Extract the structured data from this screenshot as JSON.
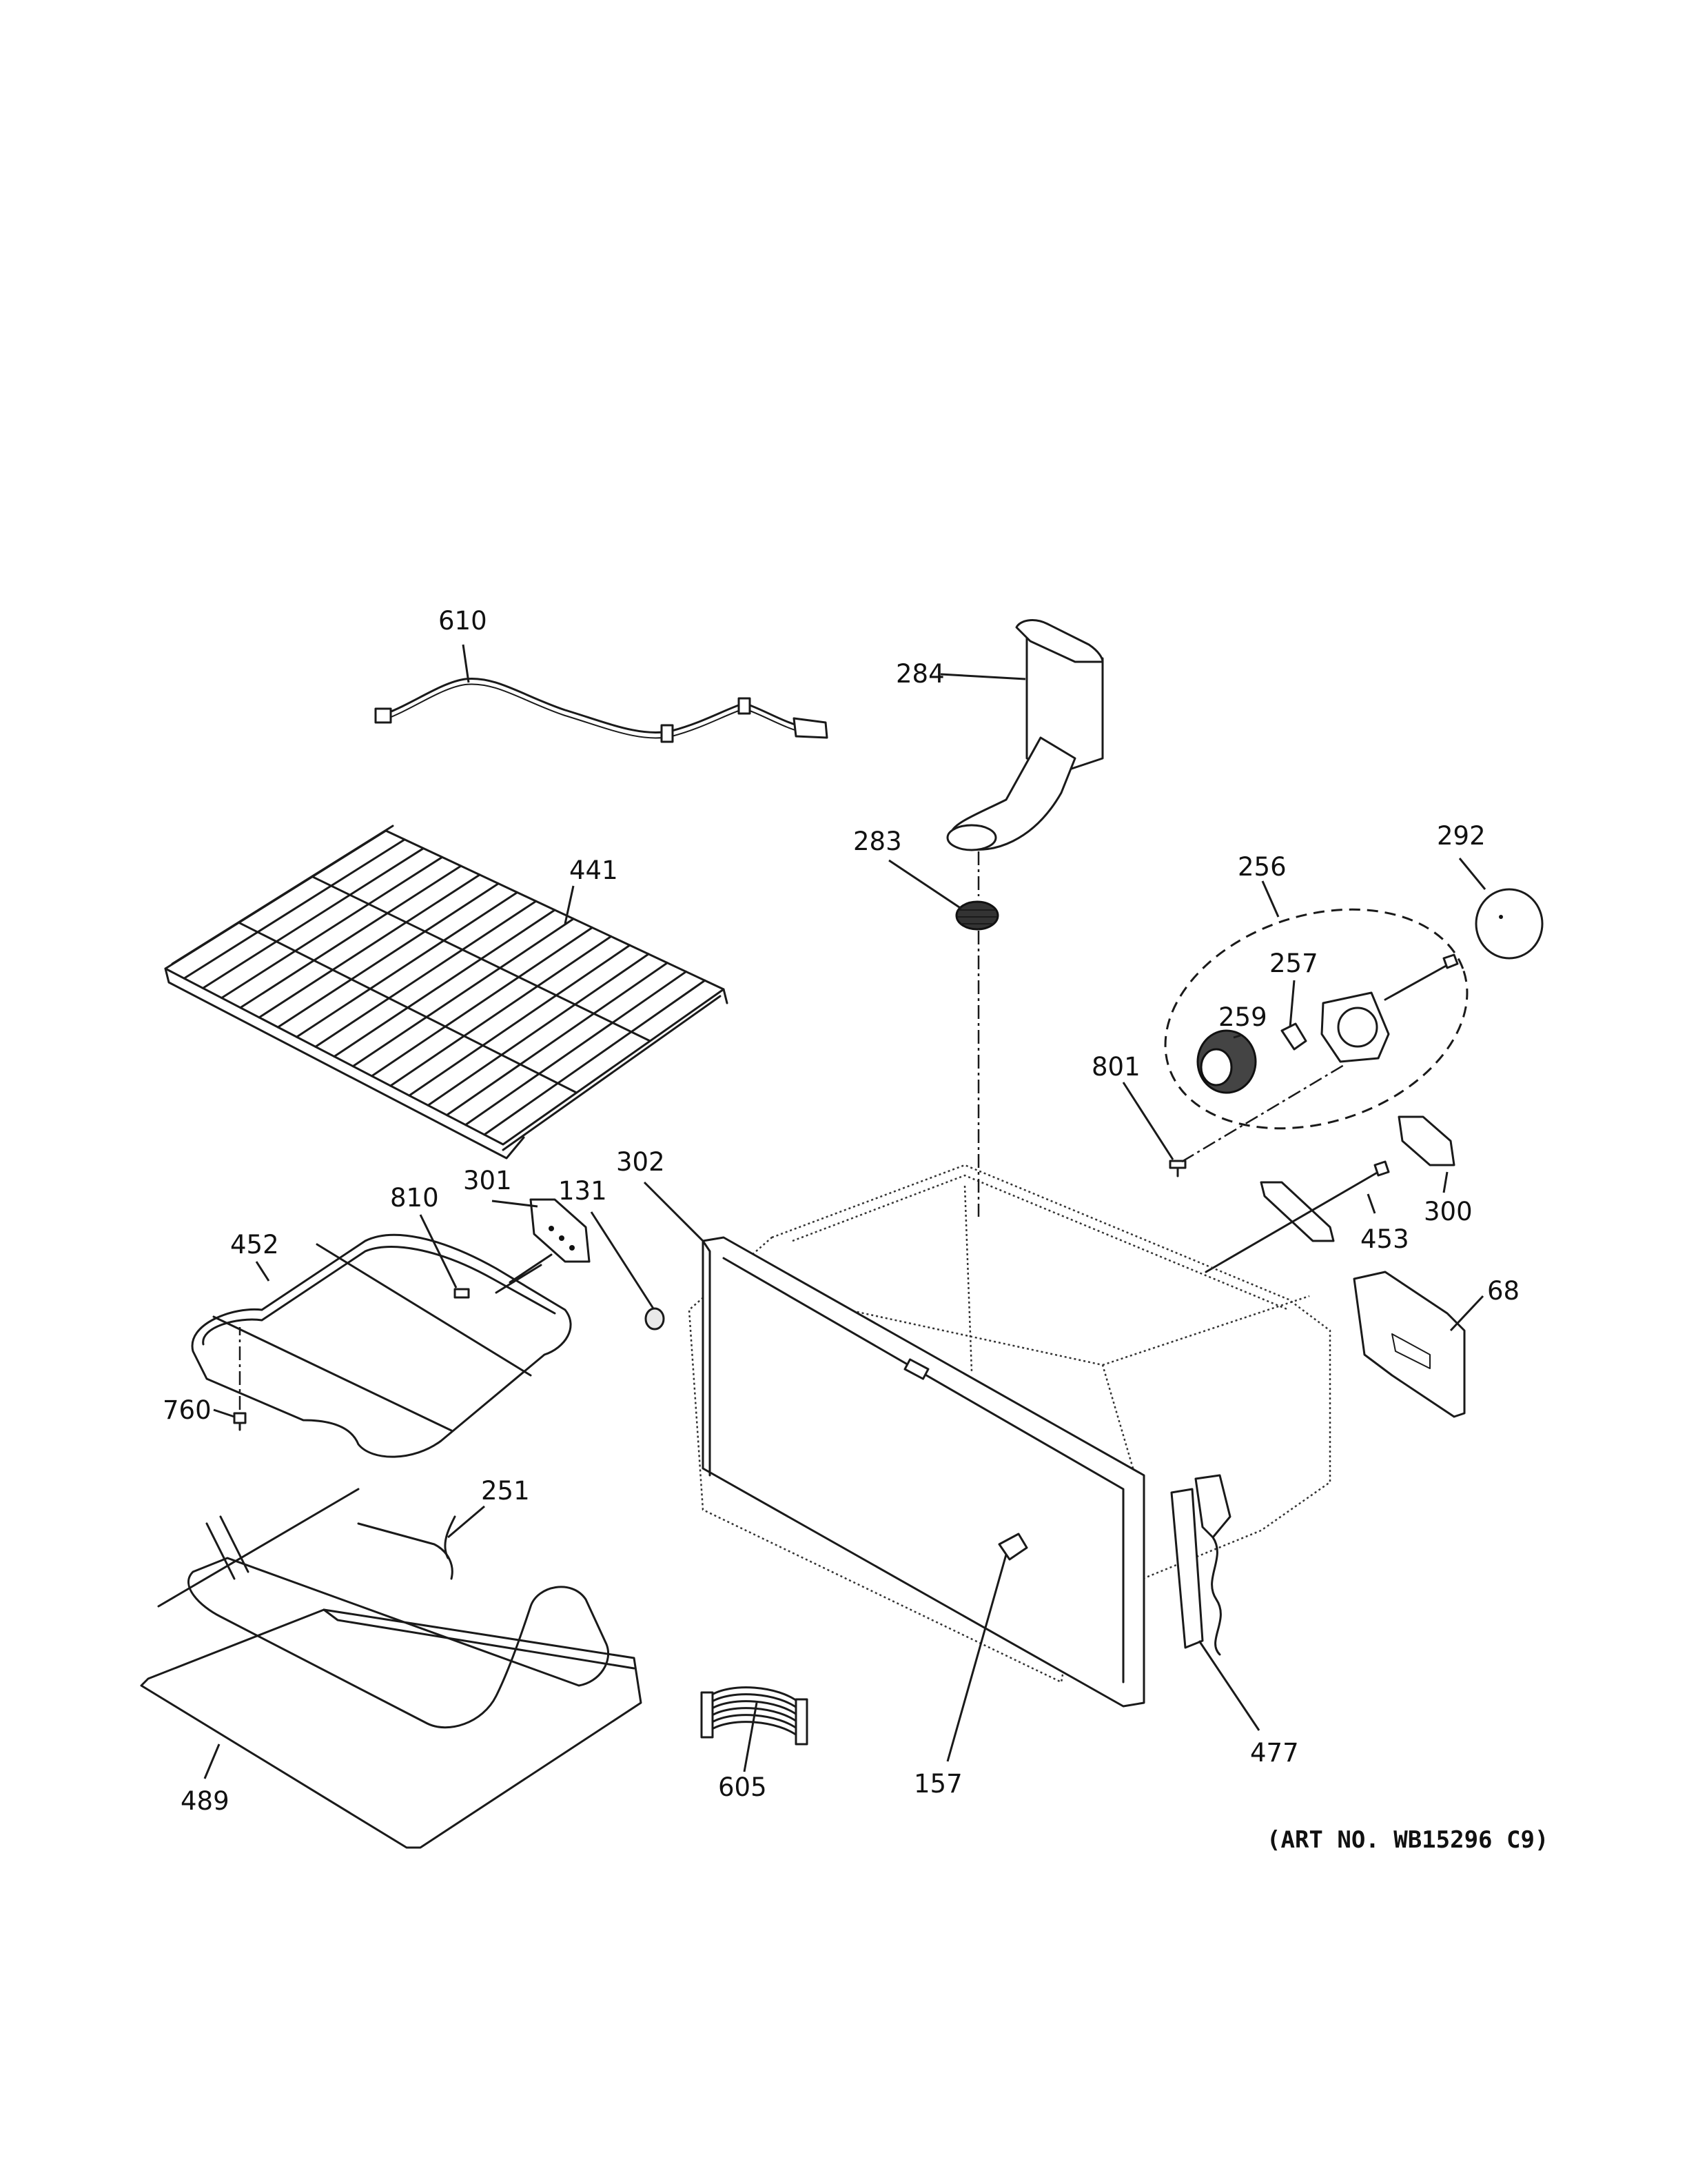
{
  "art_number": "(ART NO. WB15296 C9)",
  "callouts": [
    {
      "id": "610",
      "label": "610"
    },
    {
      "id": "284",
      "label": "284"
    },
    {
      "id": "441",
      "label": "441"
    },
    {
      "id": "283",
      "label": "283"
    },
    {
      "id": "292",
      "label": "292"
    },
    {
      "id": "256",
      "label": "256"
    },
    {
      "id": "257",
      "label": "257"
    },
    {
      "id": "259",
      "label": "259"
    },
    {
      "id": "801",
      "label": "801"
    },
    {
      "id": "302",
      "label": "302"
    },
    {
      "id": "131",
      "label": "131"
    },
    {
      "id": "301",
      "label": "301"
    },
    {
      "id": "810",
      "label": "810"
    },
    {
      "id": "452",
      "label": "452"
    },
    {
      "id": "300",
      "label": "300"
    },
    {
      "id": "453",
      "label": "453"
    },
    {
      "id": "68",
      "label": "68"
    },
    {
      "id": "760",
      "label": "760"
    },
    {
      "id": "251",
      "label": "251"
    },
    {
      "id": "477",
      "label": "477"
    },
    {
      "id": "157",
      "label": "157"
    },
    {
      "id": "605",
      "label": "605"
    },
    {
      "id": "489",
      "label": "489"
    }
  ]
}
